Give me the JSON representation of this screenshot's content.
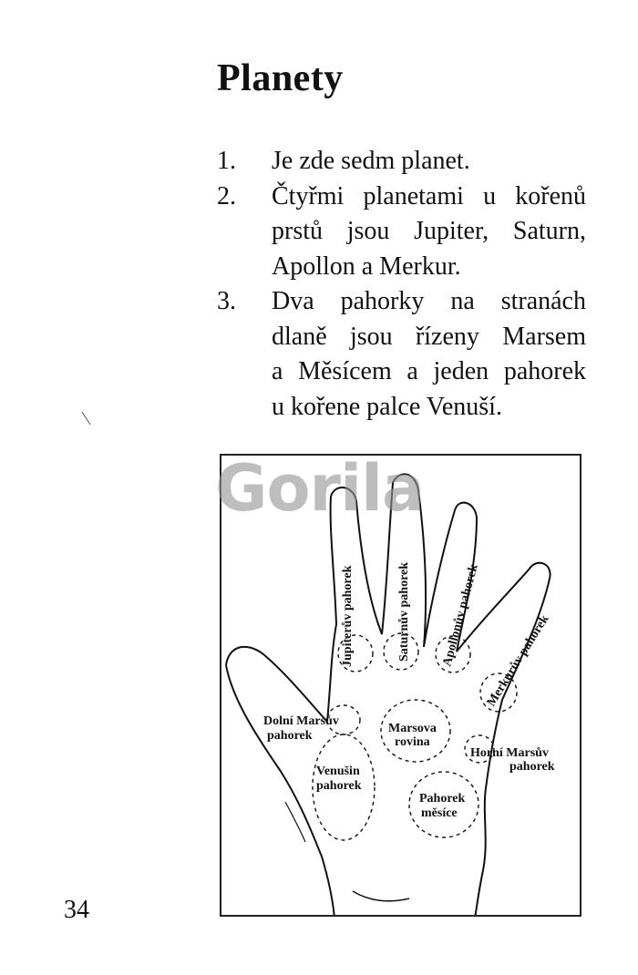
{
  "page": {
    "title": "Planety",
    "page_number": "34",
    "watermark": "Gorila"
  },
  "list": [
    {
      "num": "1.",
      "lines": [
        "Je zde sedm planet."
      ]
    },
    {
      "num": "2.",
      "lines": [
        "Čtyřmi planetami u kořenů",
        "prstů jsou Jupiter, Saturn,",
        "Apollon a Merkur."
      ]
    },
    {
      "num": "3.",
      "lines": [
        "Dva pahorky na stranách",
        "dlaně jsou řízeny Marsem",
        "a Měsícem a jeden pahorek",
        "u kořene palce Venuší."
      ]
    }
  ],
  "diagram": {
    "labels": {
      "jupiter": "Jupiterův pahorek",
      "saturn": "Saturnův pahorek",
      "apollo": "Apollonův pahorek",
      "mercury": "Merkurův pahorek",
      "lower_mars_1": "Dolní Marsův",
      "lower_mars_2": "pahorek",
      "mars_plain_1": "Marsova",
      "mars_plain_2": "rovina",
      "upper_mars_1": "Horní Marsův",
      "upper_mars_2": "pahorek",
      "venus_1": "Venušin",
      "venus_2": "pahorek",
      "moon_1": "Pahorek",
      "moon_2": "měsíce"
    }
  }
}
